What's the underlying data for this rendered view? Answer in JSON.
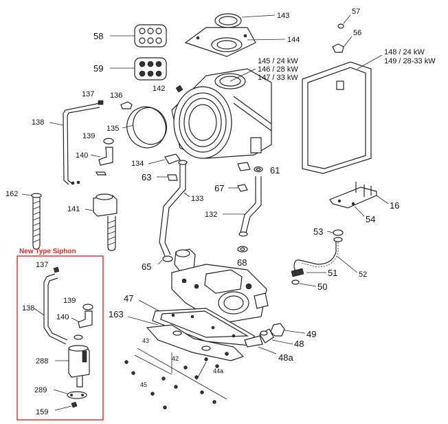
{
  "labels": {
    "p143": "143",
    "p57": "57",
    "p58": "58",
    "p144": "144",
    "p56": "56",
    "p59": "59",
    "p145": "145 / 24 kW",
    "p146": "146 / 28 kW",
    "p147": "147 / 33 kW",
    "p148": "148 / 24 kW",
    "p149": "149 / 28-33 kW",
    "p142": "142",
    "p137": "137",
    "p136": "136",
    "p138": "138",
    "p135": "135",
    "p139": "139",
    "p140": "140",
    "p134": "134",
    "p63": "63",
    "p61": "61",
    "p162": "162",
    "p67": "67",
    "p133": "133",
    "p141": "141",
    "p132": "132",
    "p16": "16",
    "p54": "54",
    "p53": "53",
    "p68": "68",
    "p65": "65",
    "p52": "52",
    "p51": "51",
    "p50": "50",
    "p47": "47",
    "p163": "163",
    "p49": "49",
    "p48": "48",
    "p48a": "48a",
    "p43": "43",
    "p42": "42",
    "p44a": "44a",
    "p45": "45"
  },
  "new_siphon": {
    "title": "New Type Siphon",
    "title_color": "#e8251f",
    "border_color": "#e8251f",
    "labels": {
      "p137": "137",
      "p138": "138",
      "p139": "139",
      "p140": "140",
      "p288": "288",
      "p289": "289",
      "p159": "159"
    }
  }
}
